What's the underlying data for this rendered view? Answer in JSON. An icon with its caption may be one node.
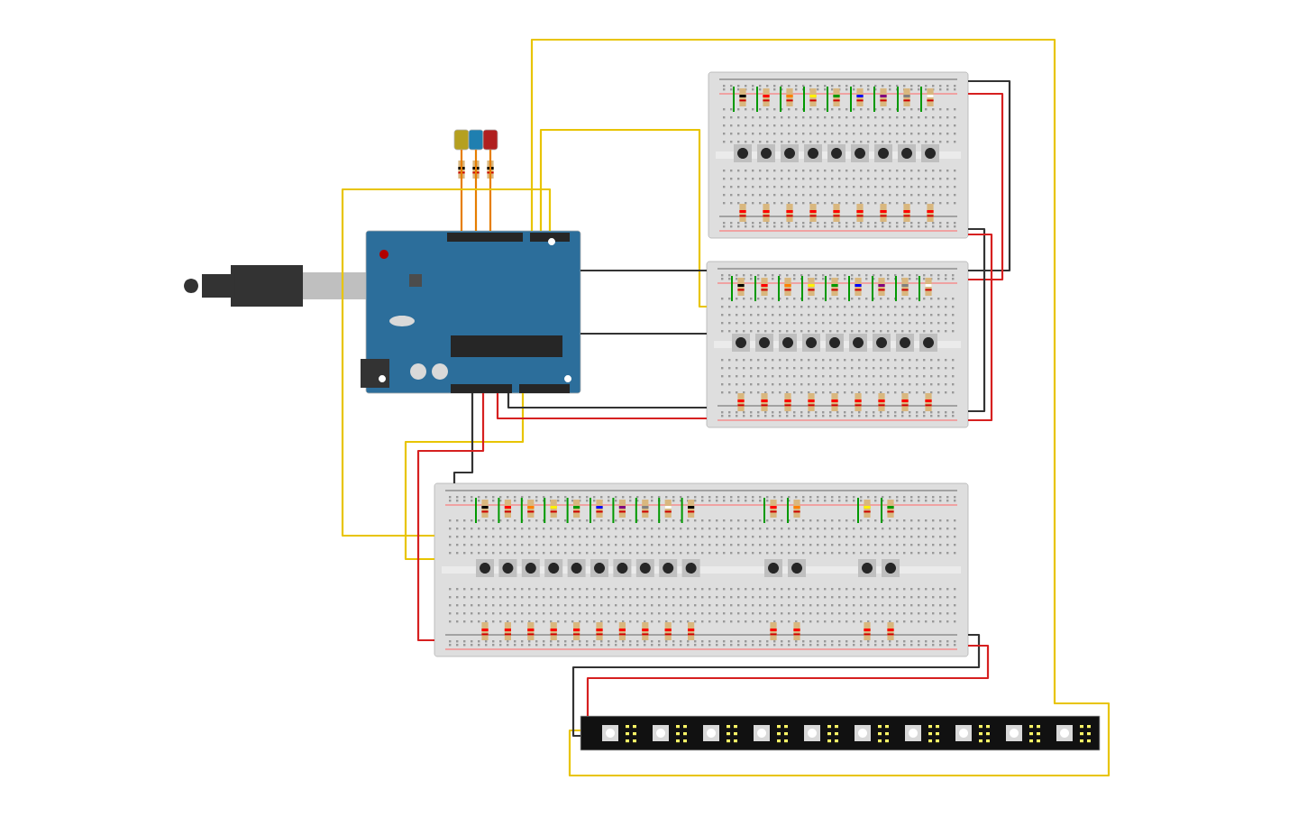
{
  "diagram": {
    "nodes": [
      {
        "text": [],
        "shape": "picture"
      },
      {
        "text": [],
        "shape": "picture"
      },
      {
        "text": [],
        "shape": "picture"
      },
      {
        "text": [],
        "shape": "picture"
      },
      {
        "text": [],
        "shape": "picture"
      },
      {
        "text": [],
        "shape": "picture"
      },
      {
        "text": [],
        "shape": "picture"
      },
      {
        "text": [],
        "shape": "bar"
      }
    ],
    "edges": [
      {
        "from": 1,
        "to": 0,
        "arrow": "none",
        "color": "#e67e00"
      },
      {
        "from": 2,
        "to": 0,
        "arrow": "none",
        "color": "#e67e00"
      },
      {
        "from": 3,
        "to": 0,
        "arrow": "none",
        "color": "#e67e00"
      },
      {
        "from": 0,
        "to": 5,
        "arrow": "none",
        "color": "#e8c400"
      },
      {
        "from": 0,
        "to": 7,
        "arrow": "none",
        "color": "#e8c400"
      },
      {
        "from": 0,
        "to": 6,
        "arrow": "none",
        "color": "#e8c400"
      },
      {
        "from": 0,
        "to": 6,
        "arrow": "none",
        "color": "#e8c400"
      },
      {
        "from": 0,
        "to": 5,
        "arrow": "none"
      },
      {
        "from": 0,
        "to": 5,
        "arrow": "none"
      },
      {
        "from": 0,
        "to": 5,
        "arrow": "none"
      },
      {
        "from": 0,
        "to": 5,
        "arrow": "none",
        "color": "#d62020"
      },
      {
        "from": 4,
        "to": 5,
        "arrow": "none"
      },
      {
        "from": 4,
        "to": 5,
        "arrow": "none",
        "color": "#d62020"
      },
      {
        "from": 4,
        "to": 5,
        "arrow": "none"
      },
      {
        "from": 4,
        "to": 5,
        "arrow": "none",
        "color": "#d62020"
      },
      {
        "from": 0,
        "to": 6,
        "arrow": "none"
      },
      {
        "from": 0,
        "to": 6,
        "arrow": "none",
        "color": "#d62020"
      },
      {
        "from": 6,
        "to": 7,
        "arrow": "none"
      },
      {
        "from": 6,
        "to": 7,
        "arrow": "none",
        "color": "#d62020"
      }
    ]
  }
}
